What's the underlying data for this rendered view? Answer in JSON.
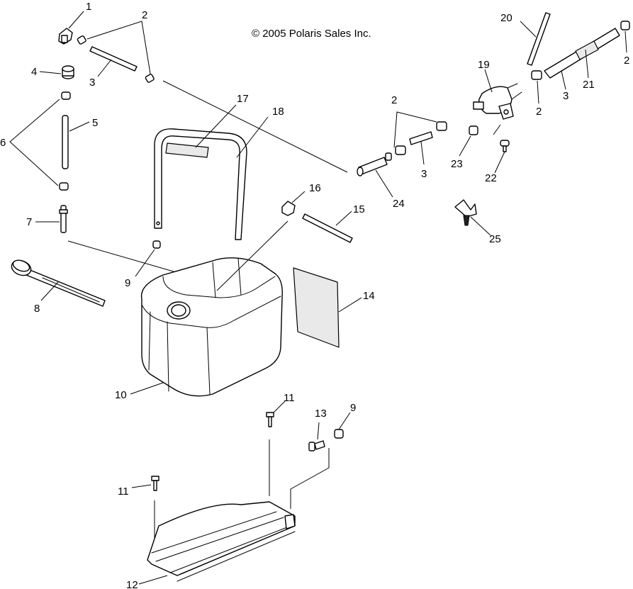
{
  "copyright": "© 2005 Polaris Sales Inc.",
  "callouts": [
    {
      "id": "c1",
      "text": "1"
    },
    {
      "id": "c2a",
      "text": "2"
    },
    {
      "id": "c3a",
      "text": "3"
    },
    {
      "id": "c4",
      "text": "4"
    },
    {
      "id": "c5",
      "text": "5"
    },
    {
      "id": "c6",
      "text": "6"
    },
    {
      "id": "c7",
      "text": "7"
    },
    {
      "id": "c8",
      "text": "8"
    },
    {
      "id": "c9a",
      "text": "9"
    },
    {
      "id": "c10",
      "text": "10"
    },
    {
      "id": "c11a",
      "text": "11"
    },
    {
      "id": "c11b",
      "text": "11"
    },
    {
      "id": "c12",
      "text": "12"
    },
    {
      "id": "c13",
      "text": "13"
    },
    {
      "id": "c9b",
      "text": "9"
    },
    {
      "id": "c14",
      "text": "14"
    },
    {
      "id": "c15",
      "text": "15"
    },
    {
      "id": "c16",
      "text": "16"
    },
    {
      "id": "c17",
      "text": "17"
    },
    {
      "id": "c18",
      "text": "18"
    },
    {
      "id": "c2b",
      "text": "2"
    },
    {
      "id": "c3b",
      "text": "3"
    },
    {
      "id": "c24",
      "text": "24"
    },
    {
      "id": "c19",
      "text": "19"
    },
    {
      "id": "c20",
      "text": "20"
    },
    {
      "id": "c21",
      "text": "21"
    },
    {
      "id": "c2c",
      "text": "2"
    },
    {
      "id": "c2d",
      "text": "2"
    },
    {
      "id": "c3c",
      "text": "3"
    },
    {
      "id": "c23",
      "text": "23"
    },
    {
      "id": "c22",
      "text": "22"
    },
    {
      "id": "c25",
      "text": "25"
    }
  ]
}
